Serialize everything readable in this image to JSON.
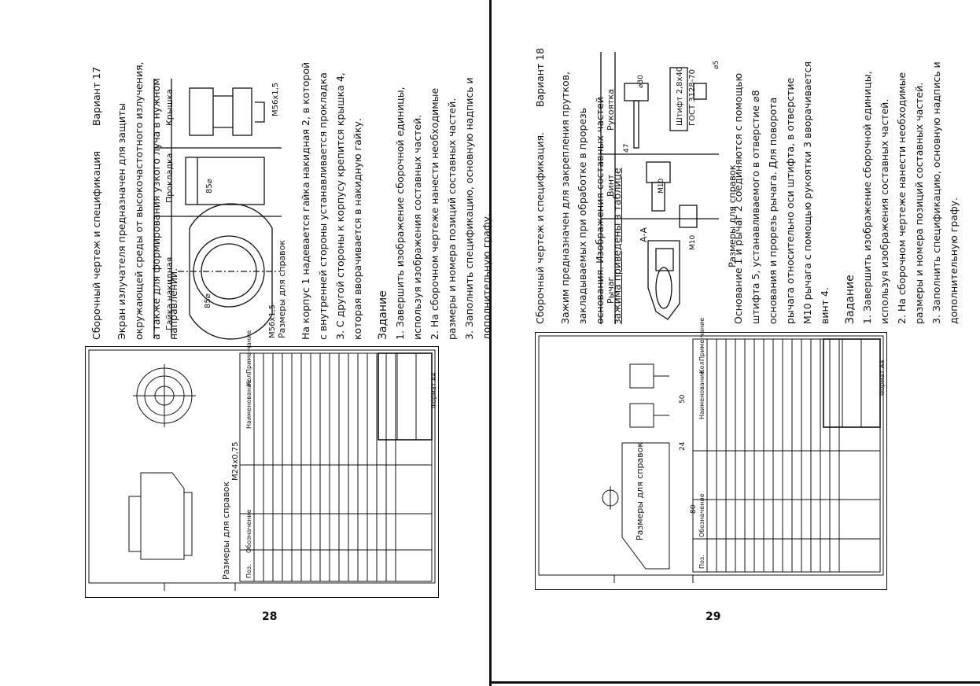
{
  "left_page": {
    "page_number": "28",
    "title": "Сборочный чертеж и спецификация",
    "variant": "Вариант 17",
    "intro": [
      "Экран излучателя предназначен для защиты",
      "окружающей среды от высокочастотного излучения,",
      "а также для формирования узкого луча в нужном",
      "направлении."
    ],
    "parts_table": {
      "headers": [
        "Гайка накидная",
        "Прокладка",
        "Крышка"
      ],
      "dims": [
        "М56x1,5",
        "85⌀",
        "85⌀",
        "М56x1,5"
      ]
    },
    "reference_label": "Размеры для справок",
    "description": [
      "На корпус 1 надевается гайка накидная 2, в которой",
      "с внутренней стороны устанавливается прокладка",
      "3. С другой стороны к корпусу крепится крышка 4,",
      "которая вворачивается в накидную гайку."
    ],
    "task_heading": "Задание",
    "tasks": [
      "1. Завершить изображение сборочной единицы,",
      "используя изображения составных частей.",
      "2. На сборочном чертеже нанести необходимые",
      "размеры и номера позиций составных частей.",
      "3. Заполнить спецификацию, основную надпись и",
      "дополнительную графу."
    ],
    "drawing": {
      "dim": "М24x0,75",
      "ref": "Размеры для справок",
      "spec_cols": [
        "Поз.",
        "Обозначение",
        "Наименование",
        "Кол.",
        "Приме-чание"
      ],
      "format": "Формат  А4"
    }
  },
  "right_page": {
    "page_number": "29",
    "title": "Сборочный чертеж и спецификация.",
    "variant": "Вариант 18",
    "intro": [
      "Зажим предназначен для закрепления прутков,",
      "закладываемых при обработке в прорезь",
      "основания. Изображения составных частей",
      "зажима приведены в таблице"
    ],
    "parts_table": {
      "headers": [
        "Рычаг",
        "Винт",
        "Рукоятка"
      ],
      "labels": [
        "А-А",
        "М10",
        "М10",
        "47",
        "⌀30",
        "Штифт 2,8x40",
        "ГОСТ 3128-70",
        "⌀5"
      ]
    },
    "reference_label": "Размеры для справок",
    "description": [
      "Основание 1 и рычаг 2 соединяются с помощью",
      "штифта 5, устанавливаемого в отверстие ⌀8",
      "основания и прорезь рычага. Для поворота",
      "рычага относительно оси штифта, в отверстие",
      "М10 рычага с помощью рукоятки 3 вворачивается",
      "винт 4."
    ],
    "task_heading": "Задание",
    "tasks": [
      "1. Завершить изображение сборочной единицы,",
      "используя изображения составных частей.",
      "2. На сборочном чертеже нанести необходимые",
      "размеры и номера позиций составных частей.",
      "3. Заполнить спецификацию, основную надпись и",
      "дополнительную графу."
    ],
    "drawing": {
      "ref": "Размеры для справок",
      "dims": [
        "80",
        "24",
        "50"
      ],
      "spec_cols": [
        "Поз.",
        "Обозначение",
        "Наименование",
        "Кол.",
        "Приме-чание"
      ],
      "format": "Формат  А4"
    }
  }
}
